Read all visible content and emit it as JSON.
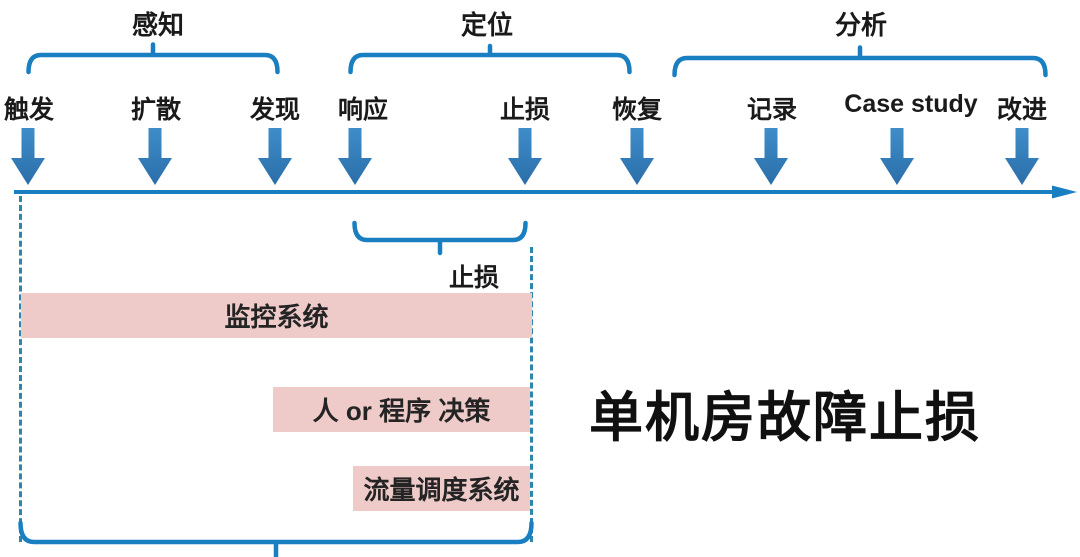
{
  "diagram": {
    "title": "单机房故障止损",
    "phases": [
      {
        "label": "感知"
      },
      {
        "label": "定位"
      },
      {
        "label": "分析"
      }
    ],
    "stages": [
      {
        "label": "触发"
      },
      {
        "label": "扩散"
      },
      {
        "label": "发现"
      },
      {
        "label": "响应"
      },
      {
        "label": "止损"
      },
      {
        "label": "恢复"
      },
      {
        "label": "记录"
      },
      {
        "label": "Case study"
      },
      {
        "label": "改进"
      }
    ],
    "bracket_label": "止损",
    "bars": [
      {
        "label": "监控系统"
      },
      {
        "label": "人 or 程序 决策"
      },
      {
        "label": "流量调度系统"
      }
    ],
    "colors": {
      "accent_blue": "#1a7fc1",
      "arrow_blue_top": "#3e8dc9",
      "arrow_blue_bottom": "#2b6ea9",
      "dashed_teal": "#2e86ad",
      "bar_pink": "#eecac9",
      "text_dark": "#1b1b1b"
    }
  }
}
